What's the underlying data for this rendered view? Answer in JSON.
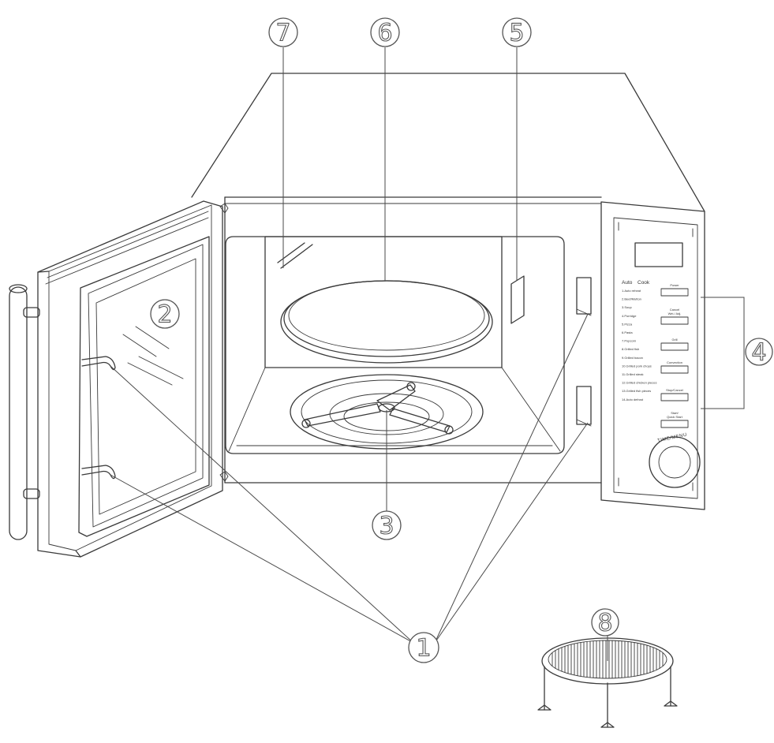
{
  "callouts": {
    "c1": "1",
    "c2": "2",
    "c3": "3",
    "c4": "4",
    "c5": "5",
    "c6": "6",
    "c7": "7",
    "c8": "8"
  },
  "panel": {
    "auto_label": "Auto",
    "cook_label": "Cook",
    "menu_items": [
      "1.Auto reheat",
      "2.Beef/Mutton",
      "3.Soup",
      "4.Porridge",
      "5.Pizza",
      "6.Pasta",
      "7.Popcorn",
      "8.Grilled fish",
      "9.Grilled bacon",
      "10.Grilled pork chops",
      "11.Grilled steak",
      "12.Grilled chicken pieces",
      "13.Grilled fish pieces",
      "14.Auto defrost"
    ],
    "buttons": [
      {
        "line1": "Power",
        "line2": ""
      },
      {
        "line1": "Cancel",
        "line2": "Wei./ Adj."
      },
      {
        "line1": "Grill",
        "line2": ""
      },
      {
        "line1": "Convection",
        "line2": ""
      },
      {
        "line1": "Stop/Cancel",
        "line2": ""
      },
      {
        "line1": "Start/",
        "line2": "Quick Start"
      }
    ],
    "dial_label": "TIME/MENU"
  }
}
